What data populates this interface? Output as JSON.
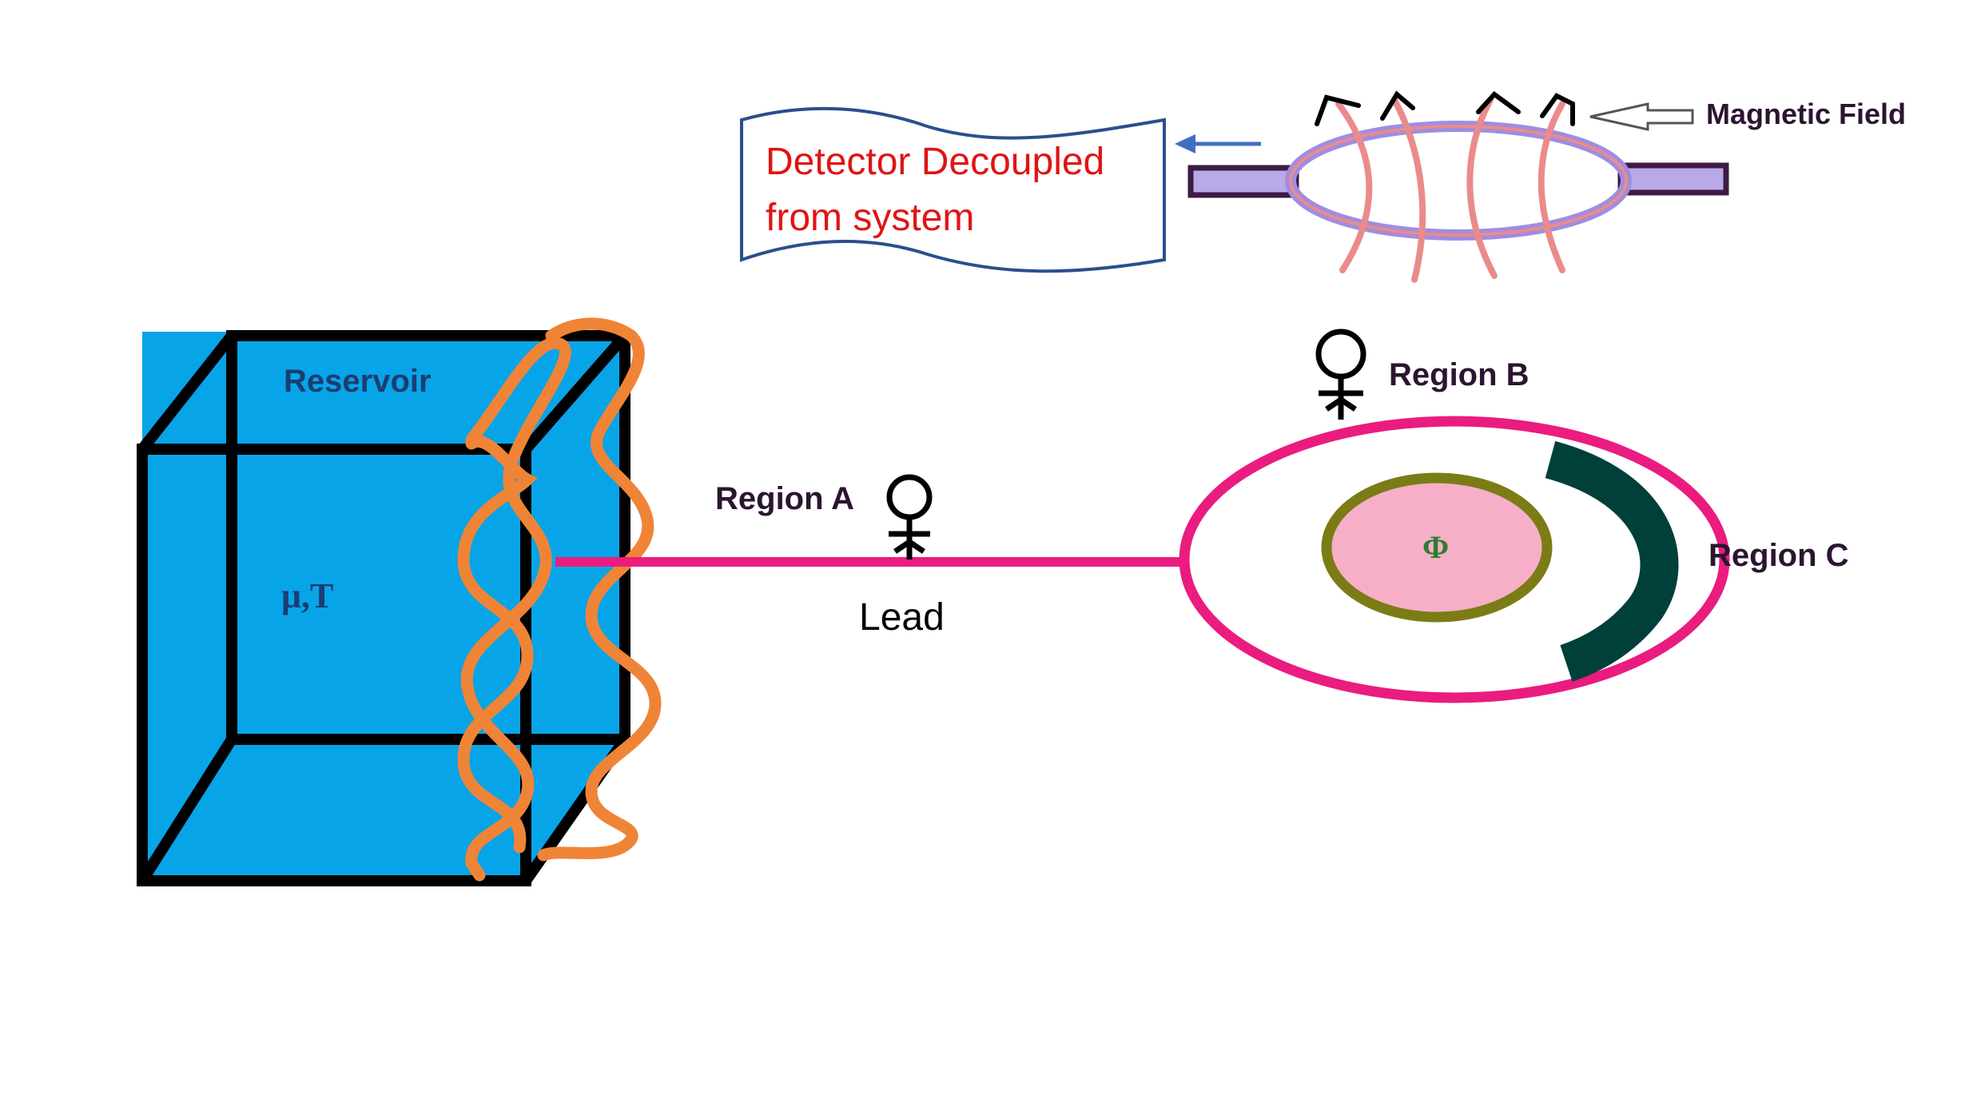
{
  "labels": {
    "magnetic_field": "Magnetic Field",
    "detector_line1": "Detector Decoupled",
    "detector_line2": "from system",
    "reservoir": "Reservoir",
    "mu_t": "μ,T",
    "region_a": "Region A",
    "region_b": "Region B",
    "region_c": "Region C",
    "lead": "Lead",
    "phi": "Φ"
  },
  "colors": {
    "reservoir_fill": "#08a4e8",
    "edge": "#000000",
    "wave": "#f08436",
    "lead": "#ea1c7f",
    "ring_fill": "#ffffff",
    "flux_fill": "#f7afc8",
    "flux_border": "#7b7c16",
    "region_c_arc": "#003f3a",
    "detector_text": "#e01414",
    "detector_border": "#2a4f8e",
    "arrow_blue": "#3f6fc4",
    "field_lines": "#ea8b8b",
    "coil_ring": "#9f8de0",
    "coil_bar_fill": "#b8aae6",
    "coil_bar_border": "#3d1b45",
    "label_dark": "#2b1530",
    "reservoir_label": "#1b3d72",
    "phi_color": "#2e7d32"
  },
  "icons": {
    "observer": "stick-figure-icon",
    "field_arrow": "hollow-left-arrow-icon",
    "detector_arrow": "left-arrow-icon"
  }
}
